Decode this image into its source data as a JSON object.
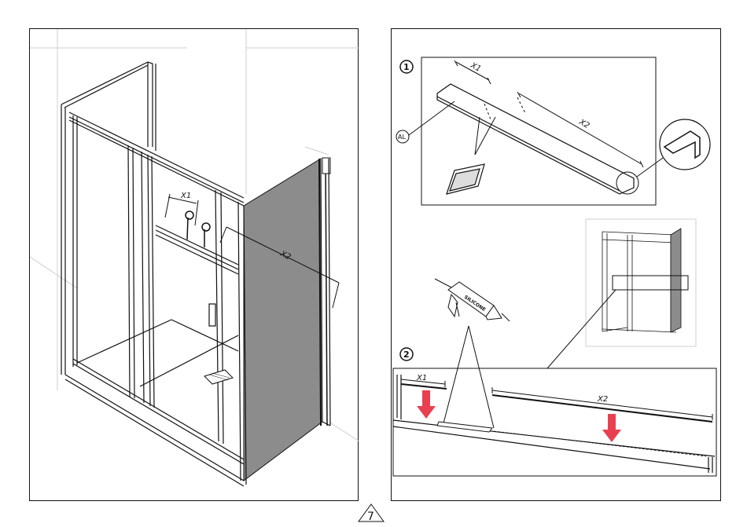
{
  "left": {
    "x1_label": "X1",
    "x2_label": "X2"
  },
  "right": {
    "step1_number": "1",
    "step2_number": "2",
    "al_label": "AL",
    "x1_label": "X1",
    "x2_label": "X2",
    "step2_x1_label": "X1",
    "step2_x2_label": "X2",
    "silicone_label": "SILICONE"
  },
  "page_number": "7",
  "colors": {
    "line": "#111111",
    "panel_shade": "#8c8c8c",
    "arrow_red": "#e8404f",
    "light_line": "#c8c8c8"
  }
}
